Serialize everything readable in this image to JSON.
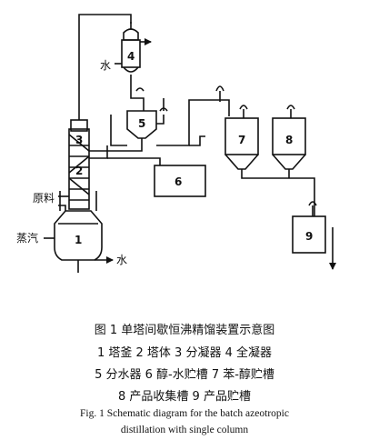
{
  "diagram": {
    "units": {
      "u1": "1",
      "u2": "2",
      "u3": "3",
      "u4": "4",
      "u5": "5",
      "u6": "6",
      "u7": "7",
      "u8": "8",
      "u9": "9"
    },
    "labels": {
      "feed": "原料",
      "steam": "蒸汽",
      "water_in": "水",
      "water_out": "水"
    }
  },
  "caption": {
    "title": "图 1    单塔间歇恒沸精馏装置示意图",
    "legend_row1": "1   塔釜   2   塔体   3   分凝器   4   全凝器",
    "legend_row2": "5   分水器   6   醇-水贮槽   7   苯-醇贮槽",
    "legend_row3": "8   产品收集槽   9   产品贮槽",
    "english_line1": "Fig. 1    Schematic diagram for the batch azeotropic",
    "english_line2": "distillation with single column"
  }
}
